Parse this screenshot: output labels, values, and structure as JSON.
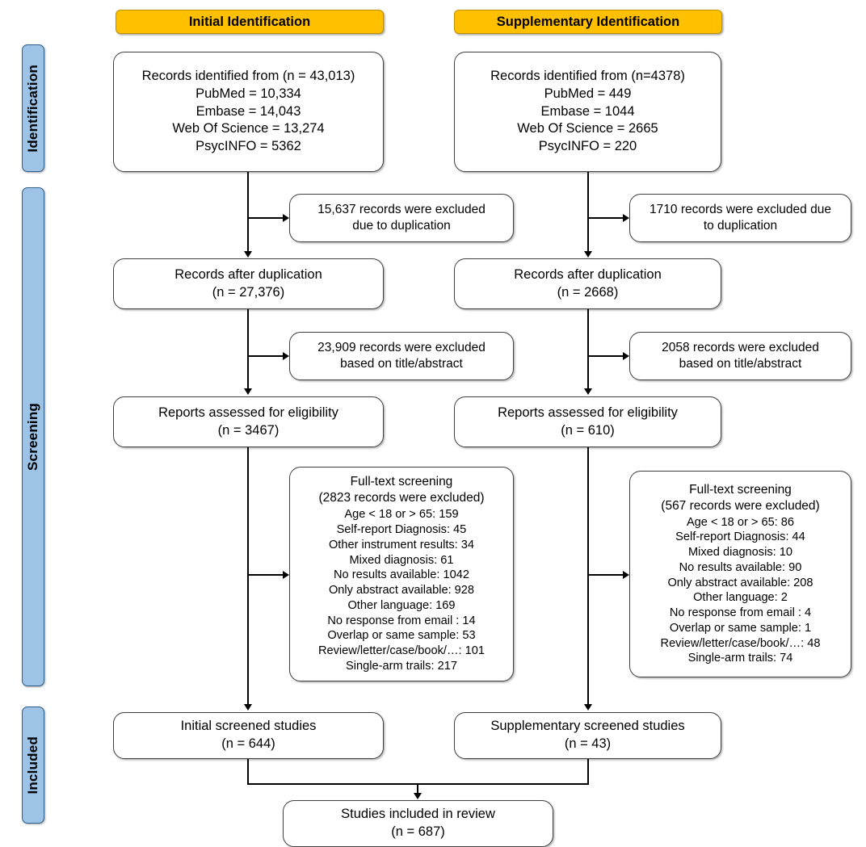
{
  "stages": [
    {
      "label": "Identification"
    },
    {
      "label": "Screening"
    },
    {
      "label": "Included"
    }
  ],
  "columns": [
    {
      "header": "Initial  Identification"
    },
    {
      "header": "Supplementary Identification"
    }
  ],
  "initial": {
    "identified": {
      "title": "Records identified from  (n = 43,013)",
      "sources": [
        "PubMed = 10,334",
        "Embase = 14,043",
        "Web Of Science = 13,274",
        "PsycINFO = 5362"
      ]
    },
    "excluded_duplication": {
      "line1": "15,637 records were excluded",
      "line2": "due to duplication"
    },
    "after_duplication": {
      "line1": "Records after duplication",
      "line2": "(n = 27,376)"
    },
    "excluded_title_abstract": {
      "line1": "23,909 records were excluded",
      "line2": "based on title/abstract"
    },
    "eligibility": {
      "line1": "Reports assessed for eligibility",
      "line2": "(n = 3467)"
    },
    "fulltext": {
      "line1": "Full-text screening",
      "line2": "(2823 records were excluded)",
      "reasons": [
        "Age < 18 or > 65: 159",
        "Self-report Diagnosis: 45",
        "Other instrument results: 34",
        "Mixed diagnosis: 61",
        "No results available: 1042",
        "Only abstract available: 928",
        "Other language: 169",
        "No response from email : 14",
        "Overlap or same sample: 53",
        "Review/letter/case/book/…: 101",
        "Single-arm trails: 217"
      ]
    },
    "screened": {
      "line1": "Initial screened studies",
      "line2": "(n = 644)"
    }
  },
  "supplementary": {
    "identified": {
      "title": "Records identified from  (n=4378)",
      "sources": [
        "PubMed = 449",
        "Embase = 1044",
        "Web Of Science = 2665",
        "PsycINFO = 220"
      ]
    },
    "excluded_duplication": {
      "line1": "1710 records were excluded due",
      "line2": "to duplication"
    },
    "after_duplication": {
      "line1": "Records after duplication",
      "line2": "(n = 2668)"
    },
    "excluded_title_abstract": {
      "line1": "2058 records were excluded",
      "line2": "based on title/abstract"
    },
    "eligibility": {
      "line1": "Reports assessed for eligibility",
      "line2": "(n = 610)"
    },
    "fulltext": {
      "line1": "Full-text screening",
      "line2": "(567 records were excluded)",
      "reasons": [
        "Age < 18 or > 65: 86",
        "Self-report Diagnosis: 44",
        "Mixed diagnosis: 10",
        "No results available: 90",
        "Only abstract available: 208",
        "Other language: 2",
        "No response from email : 4",
        "Overlap or same sample: 1",
        "Review/letter/case/book/…: 48",
        "Single-arm trails: 74"
      ]
    },
    "screened": {
      "line1": "Supplementary screened studies",
      "line2": "(n = 43)"
    }
  },
  "final": {
    "line1": "Studies included in review",
    "line2": "(n = 687)"
  },
  "colors": {
    "header_fill": "#FFC000",
    "stage_fill": "#9DC3E6",
    "box_border": "#404040",
    "line": "#000000"
  }
}
